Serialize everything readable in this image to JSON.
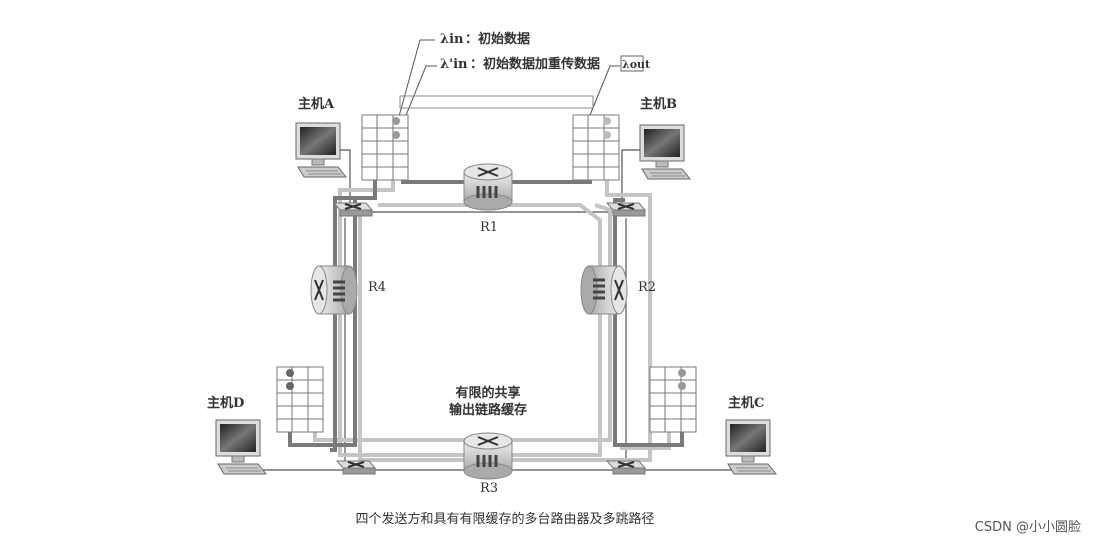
{
  "legend": {
    "lambda_in": "λin",
    "lambda_in_desc": "：初始数据",
    "lambda_in_prime": "λ'in",
    "lambda_in_prime_desc": "：初始数据加重传数据",
    "lambda_out": "λout"
  },
  "hosts": {
    "a": "主机A",
    "b": "主机B",
    "c": "主机C",
    "d": "主机D"
  },
  "routers": {
    "r1": "R1",
    "r2": "R2",
    "r3": "R3",
    "r4": "R4"
  },
  "buffer_note": {
    "line1": "有限的共享",
    "line2": "输出链路缓存"
  },
  "caption": "四个发送方和具有有限缓存的多台路由器及多跳路径",
  "watermark": "CSDN @小小圆脸",
  "colors": {
    "dark_path": "#7a7a7a",
    "light_path": "#c4c4c4",
    "line": "#555555"
  }
}
